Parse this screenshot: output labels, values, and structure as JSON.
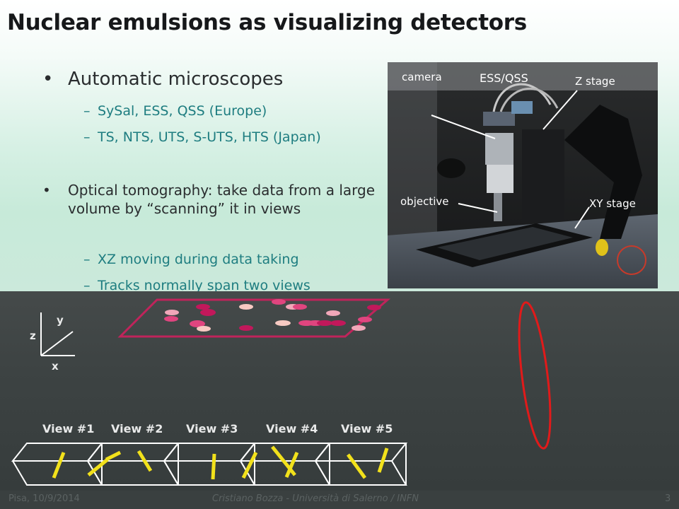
{
  "title": "Nuclear emulsions as visualizing detectors",
  "bullets": {
    "b1": {
      "marker": "•",
      "text": "Automatic microscopes"
    },
    "sub1": {
      "marker": "–",
      "text": "SySal, ESS, QSS (Europe)"
    },
    "sub2": {
      "marker": "–",
      "text": "TS, NTS, UTS, S-UTS, HTS (Japan)"
    },
    "b2": {
      "marker": "•",
      "text": "Optical tomography: take data from a large volume by “scanning” it in views"
    },
    "sub3": {
      "marker": "–",
      "text": "XZ moving during data taking"
    },
    "sub4": {
      "marker": "–",
      "text": "Tracks normally span two views"
    }
  },
  "photo": {
    "caption": "ESS/QSS",
    "labels": {
      "camera": "camera",
      "z_stage": "Z stage",
      "objective": "objective",
      "xy_stage": "XY stage"
    }
  },
  "axes": {
    "y": "y",
    "z": "z",
    "x": "x"
  },
  "views": [
    "View #1",
    "View #2",
    "View #3",
    "View #4",
    "View #5"
  ],
  "footer": {
    "left": "Pisa, 10/9/2014",
    "center": "Cristiano Bozza - Università di Salerno / INFN",
    "page": "3"
  },
  "colors": {
    "title": "#16181a",
    "sub_bullet": "#1e7d80",
    "plate_outline": "#c0245b",
    "grains": [
      "#e0457f",
      "#f1a7b9",
      "#c2185b",
      "#f7c9c2"
    ],
    "ellipse": "#e11a1a",
    "track": "#f2e11b",
    "boxes": "#ffffff"
  }
}
